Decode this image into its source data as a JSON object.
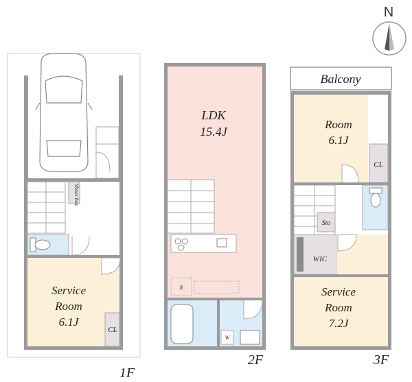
{
  "compass": {
    "letter": "N"
  },
  "floors": [
    {
      "label": "1F",
      "rooms": [
        {
          "name": "Service",
          "name2": "Room",
          "size": "6.1J"
        },
        {
          "name": "CL"
        }
      ],
      "fixtures": {
        "shoe_box": "Shoes box"
      }
    },
    {
      "label": "2F",
      "rooms": [
        {
          "name": "LDK",
          "size": "15.4J"
        }
      ],
      "fixtures": {
        "refrigerator": "R",
        "washer": "W"
      }
    },
    {
      "label": "3F",
      "rooms": [
        {
          "name": "Room",
          "size": "6.1J"
        },
        {
          "name": "CL"
        },
        {
          "name": "Sto"
        },
        {
          "name": "WIC"
        },
        {
          "name": "Service",
          "name2": "Room",
          "size": "7.2J"
        }
      ],
      "balcony": "Balcony"
    }
  ],
  "colors": {
    "wall": "#9a9a9a",
    "ldk_floor": "#fbe1dc",
    "room_floor": "#fdf0d8",
    "wet_floor": "#d9ecf7",
    "closet_floor": "#e6dfe3"
  }
}
